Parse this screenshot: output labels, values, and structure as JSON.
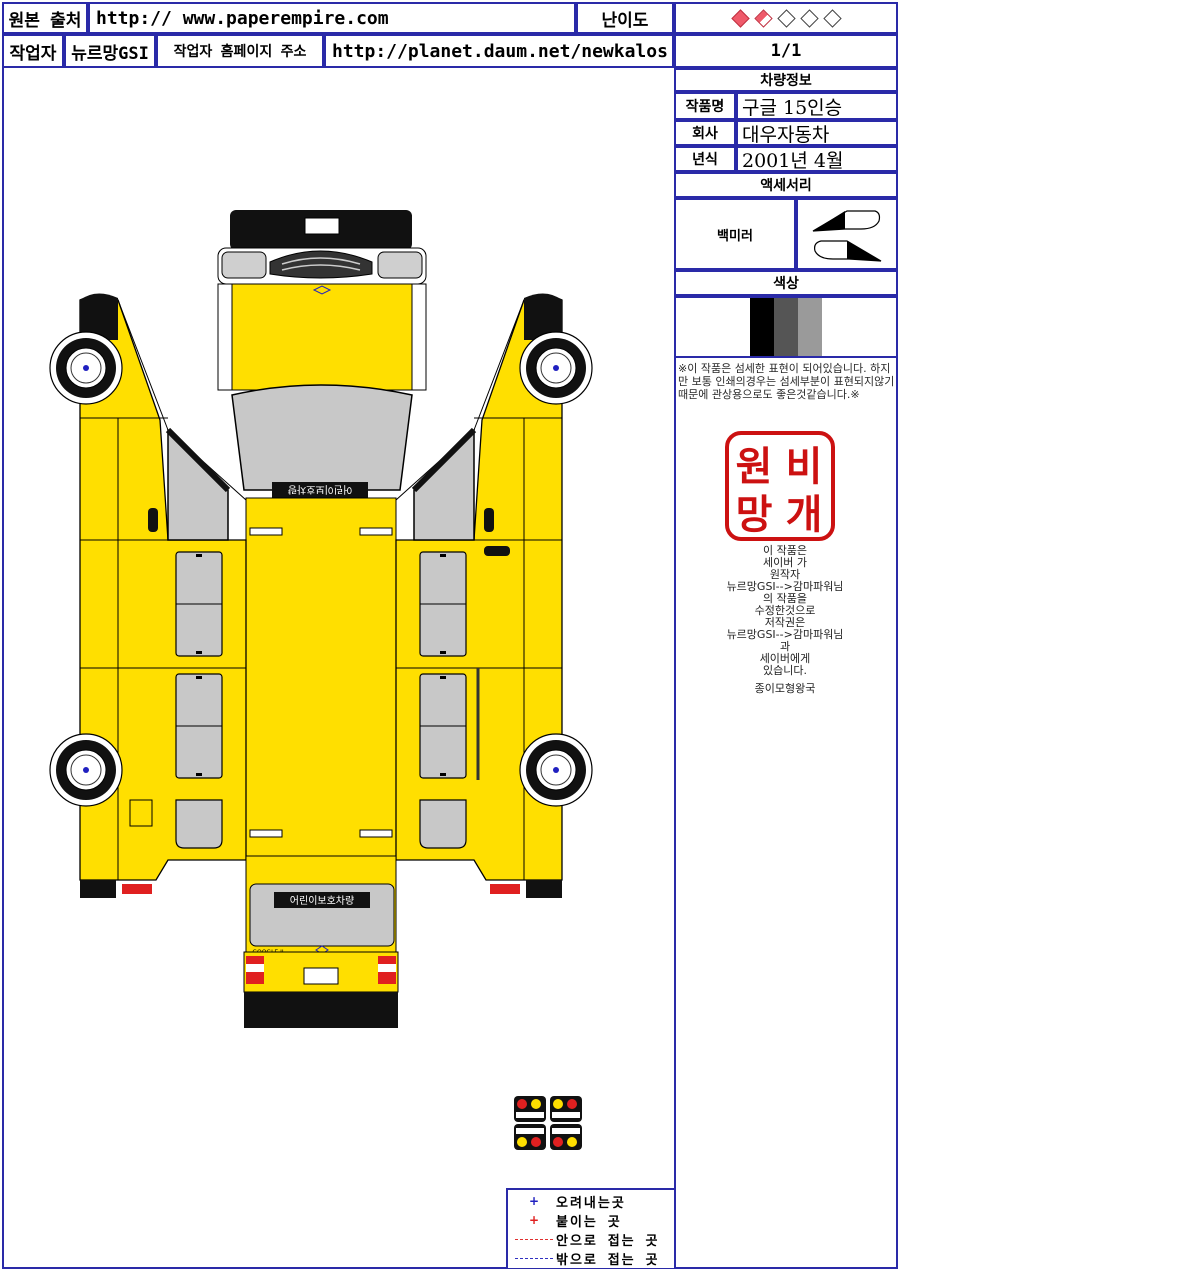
{
  "header": {
    "source_label": "원본 출처",
    "source_url": "http:// www.paperempire.com",
    "difficulty_label": "난이도",
    "difficulty": {
      "filled": 1,
      "half": 1,
      "empty": 3,
      "total": 5
    },
    "author_label": "작업자",
    "author": "뉴르망GSI",
    "homepage_label": "작업자 홈페이지 주소",
    "homepage_url": "http://planet.daum.net/newkalos",
    "page": "1/1"
  },
  "vehicle_info": {
    "section_title": "차량정보",
    "rows": [
      {
        "label": "작품명",
        "value": "구글 15인승"
      },
      {
        "label": "회사",
        "value": "대우자동차"
      },
      {
        "label": "년식",
        "value": "2001년 4월"
      }
    ]
  },
  "accessory": {
    "section_title": "액세서리",
    "item_label": "백미러"
  },
  "color": {
    "section_title": "색상",
    "swatches": [
      "#000000",
      "#555555",
      "#9a9a9a"
    ]
  },
  "notice": "※이 작품은 섬세한 표현이 되어있습니다. 하지만 보통 인쇄의경우는 섬세부분이 표현되지않기때문에 관상용으로도 좋은것같습니다.※",
  "stamp": {
    "lines": [
      "원비",
      "망개"
    ],
    "color": "#cc1111"
  },
  "credits": {
    "lines": [
      "이 작품은",
      "세이버 가",
      "원작자",
      "뉴르망GSI-->감마파워님",
      "의 작품을",
      "수정한것으로",
      "저작권은",
      "뉴르망GSI-->감마파워님",
      "과",
      "세이버에게",
      "있습니다."
    ],
    "footer": "종이모형왕국"
  },
  "model": {
    "body_color": "#ffdf00",
    "rear_sign": "어린이보호차량",
    "front_sign": "어린이보호차량",
    "rear_badge": "GOOGLE II"
  },
  "legend": {
    "items": [
      {
        "type": "plus-blue",
        "label": "오려내는곳"
      },
      {
        "type": "plus-red",
        "label": "붙이는 곳"
      },
      {
        "type": "dash-red",
        "label": "안으로 접는 곳"
      },
      {
        "type": "dash-blue",
        "label": "밖으로 접는 곳"
      }
    ]
  }
}
